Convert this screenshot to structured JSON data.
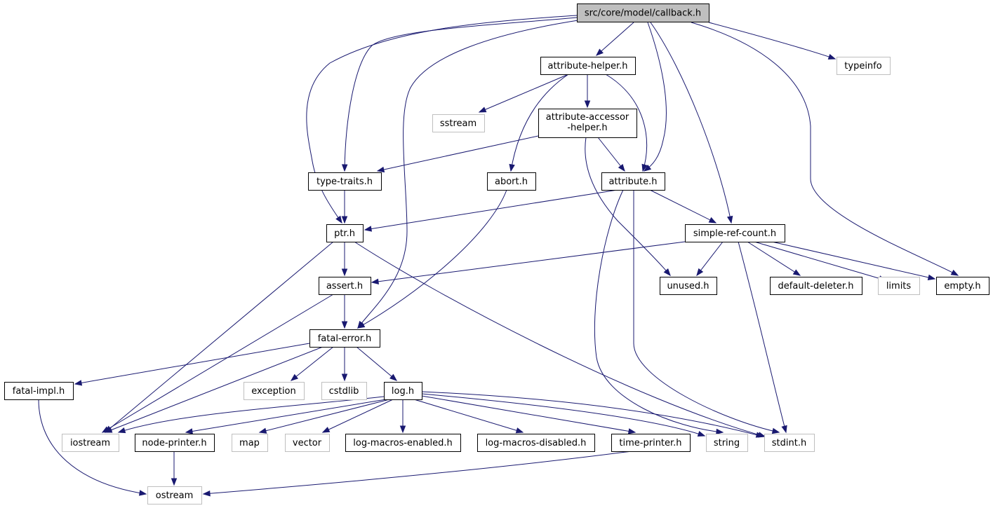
{
  "graph": {
    "colors": {
      "edge": "#191970",
      "root_fill": "#bfbfbf",
      "system_border": "#bfbfbf",
      "project_border": "#000000"
    },
    "nodes": [
      {
        "id": "callback",
        "label": "src/core/model/callback.h",
        "kind": "root"
      },
      {
        "id": "attribute_helper",
        "label": "attribute-helper.h",
        "kind": "project"
      },
      {
        "id": "typeinfo",
        "label": "typeinfo",
        "kind": "system"
      },
      {
        "id": "sstream",
        "label": "sstream",
        "kind": "system"
      },
      {
        "id": "attribute_accessor_helper",
        "lines": [
          "attribute-accessor",
          "-helper.h"
        ],
        "kind": "project"
      },
      {
        "id": "type_traits",
        "label": "type-traits.h",
        "kind": "project"
      },
      {
        "id": "abort",
        "label": "abort.h",
        "kind": "project"
      },
      {
        "id": "attribute",
        "label": "attribute.h",
        "kind": "project"
      },
      {
        "id": "ptr",
        "label": "ptr.h",
        "kind": "project"
      },
      {
        "id": "simple_ref_count",
        "label": "simple-ref-count.h",
        "kind": "project"
      },
      {
        "id": "assert",
        "label": "assert.h",
        "kind": "project"
      },
      {
        "id": "unused",
        "label": "unused.h",
        "kind": "project"
      },
      {
        "id": "default_deleter",
        "label": "default-deleter.h",
        "kind": "project"
      },
      {
        "id": "limits",
        "label": "limits",
        "kind": "system"
      },
      {
        "id": "empty",
        "label": "empty.h",
        "kind": "project"
      },
      {
        "id": "fatal_error",
        "label": "fatal-error.h",
        "kind": "project"
      },
      {
        "id": "fatal_impl",
        "label": "fatal-impl.h",
        "kind": "project"
      },
      {
        "id": "exception",
        "label": "exception",
        "kind": "system"
      },
      {
        "id": "cstdlib",
        "label": "cstdlib",
        "kind": "system"
      },
      {
        "id": "log",
        "label": "log.h",
        "kind": "project"
      },
      {
        "id": "iostream",
        "label": "iostream",
        "kind": "system"
      },
      {
        "id": "node_printer",
        "label": "node-printer.h",
        "kind": "project"
      },
      {
        "id": "map",
        "label": "map",
        "kind": "system"
      },
      {
        "id": "vector",
        "label": "vector",
        "kind": "system"
      },
      {
        "id": "log_macros_enabled",
        "label": "log-macros-enabled.h",
        "kind": "project"
      },
      {
        "id": "log_macros_disabled",
        "label": "log-macros-disabled.h",
        "kind": "project"
      },
      {
        "id": "time_printer",
        "label": "time-printer.h",
        "kind": "project"
      },
      {
        "id": "string",
        "label": "string",
        "kind": "system"
      },
      {
        "id": "stdint",
        "label": "stdint.h",
        "kind": "system"
      },
      {
        "id": "ostream",
        "label": "ostream",
        "kind": "system"
      }
    ],
    "edges": [
      [
        "callback",
        "attribute_helper"
      ],
      [
        "callback",
        "typeinfo"
      ],
      [
        "callback",
        "type_traits"
      ],
      [
        "callback",
        "ptr"
      ],
      [
        "callback",
        "fatal_error"
      ],
      [
        "callback",
        "attribute"
      ],
      [
        "callback",
        "simple_ref_count"
      ],
      [
        "callback",
        "empty"
      ],
      [
        "attribute_helper",
        "sstream"
      ],
      [
        "attribute_helper",
        "attribute_accessor_helper"
      ],
      [
        "attribute_helper",
        "abort"
      ],
      [
        "attribute_helper",
        "attribute"
      ],
      [
        "attribute_accessor_helper",
        "type_traits"
      ],
      [
        "attribute_accessor_helper",
        "attribute"
      ],
      [
        "attribute_accessor_helper",
        "unused"
      ],
      [
        "type_traits",
        "ptr"
      ],
      [
        "abort",
        "fatal_error"
      ],
      [
        "attribute",
        "ptr"
      ],
      [
        "attribute",
        "simple_ref_count"
      ],
      [
        "attribute",
        "string"
      ],
      [
        "attribute",
        "stdint"
      ],
      [
        "ptr",
        "assert"
      ],
      [
        "ptr",
        "iostream"
      ],
      [
        "ptr",
        "stdint"
      ],
      [
        "simple_ref_count",
        "assert"
      ],
      [
        "simple_ref_count",
        "unused"
      ],
      [
        "simple_ref_count",
        "default_deleter"
      ],
      [
        "simple_ref_count",
        "limits"
      ],
      [
        "simple_ref_count",
        "empty"
      ],
      [
        "simple_ref_count",
        "stdint"
      ],
      [
        "assert",
        "fatal_error"
      ],
      [
        "assert",
        "iostream"
      ],
      [
        "fatal_error",
        "fatal_impl"
      ],
      [
        "fatal_error",
        "iostream"
      ],
      [
        "fatal_error",
        "exception"
      ],
      [
        "fatal_error",
        "cstdlib"
      ],
      [
        "fatal_error",
        "log"
      ],
      [
        "fatal_impl",
        "ostream"
      ],
      [
        "log",
        "iostream"
      ],
      [
        "log",
        "node_printer"
      ],
      [
        "log",
        "map"
      ],
      [
        "log",
        "vector"
      ],
      [
        "log",
        "log_macros_enabled"
      ],
      [
        "log",
        "log_macros_disabled"
      ],
      [
        "log",
        "time_printer"
      ],
      [
        "log",
        "string"
      ],
      [
        "log",
        "stdint"
      ],
      [
        "node_printer",
        "ostream"
      ],
      [
        "time_printer",
        "ostream"
      ]
    ]
  }
}
